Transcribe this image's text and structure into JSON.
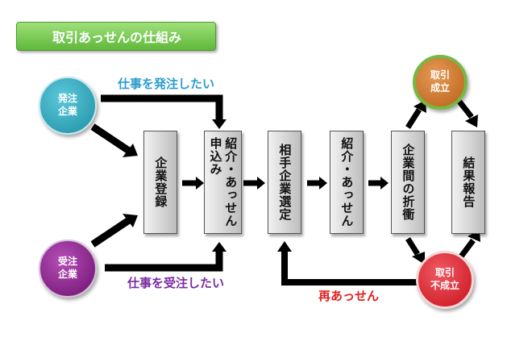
{
  "title": "取引あっせんの仕組み",
  "nodes": {
    "order_company": "発注\n企業",
    "receive_company": "受注\n企業",
    "register": "企業登録",
    "apply": "紹介・あっせん\n申込み",
    "select": "相手企業選定",
    "introduce": "紹介・あっせん",
    "negotiate": "企業間の折衝",
    "report": "結果報告",
    "success": "取引\n成立",
    "failure": "取引\n不成立"
  },
  "labels": {
    "want_order": "仕事を発注したい",
    "want_receive": "仕事を受注したい",
    "retry": "再あっせん"
  },
  "colors": {
    "order_circle": "#2aa3b8",
    "receive_circle": "#8a1a8c",
    "success_ring": "#6aa93a",
    "success_fill": "#c9762a",
    "failure_fill": "#d81e2a",
    "want_order_text": "#2a9bd0",
    "want_receive_text": "#7a2aa0",
    "retry_text": "#e02020",
    "title_bg": "#6cc044"
  }
}
